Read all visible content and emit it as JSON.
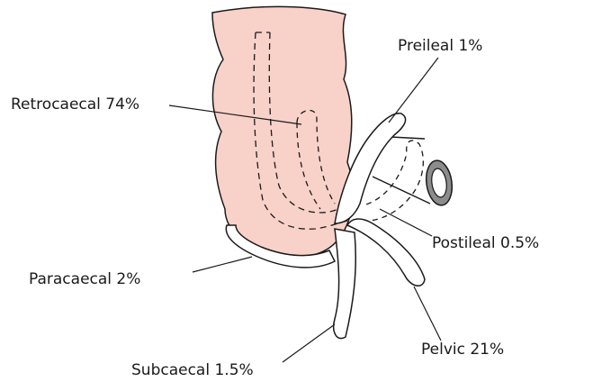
{
  "colors": {
    "caecum_fill": "#f8d1c9",
    "outline": "#1a1a1a",
    "appendix_fill": "#ffffff",
    "ileum_ring": "#8c8c8c"
  },
  "labels": {
    "retrocaecal": "Retrocaecal 74%",
    "preileal": "Preileal 1%",
    "postileal": "Postileal 0.5%",
    "paracaecal": "Paracaecal 2%",
    "pelvic": "Pelvic 21%",
    "subcaecal": "Subcaecal 1.5%"
  }
}
